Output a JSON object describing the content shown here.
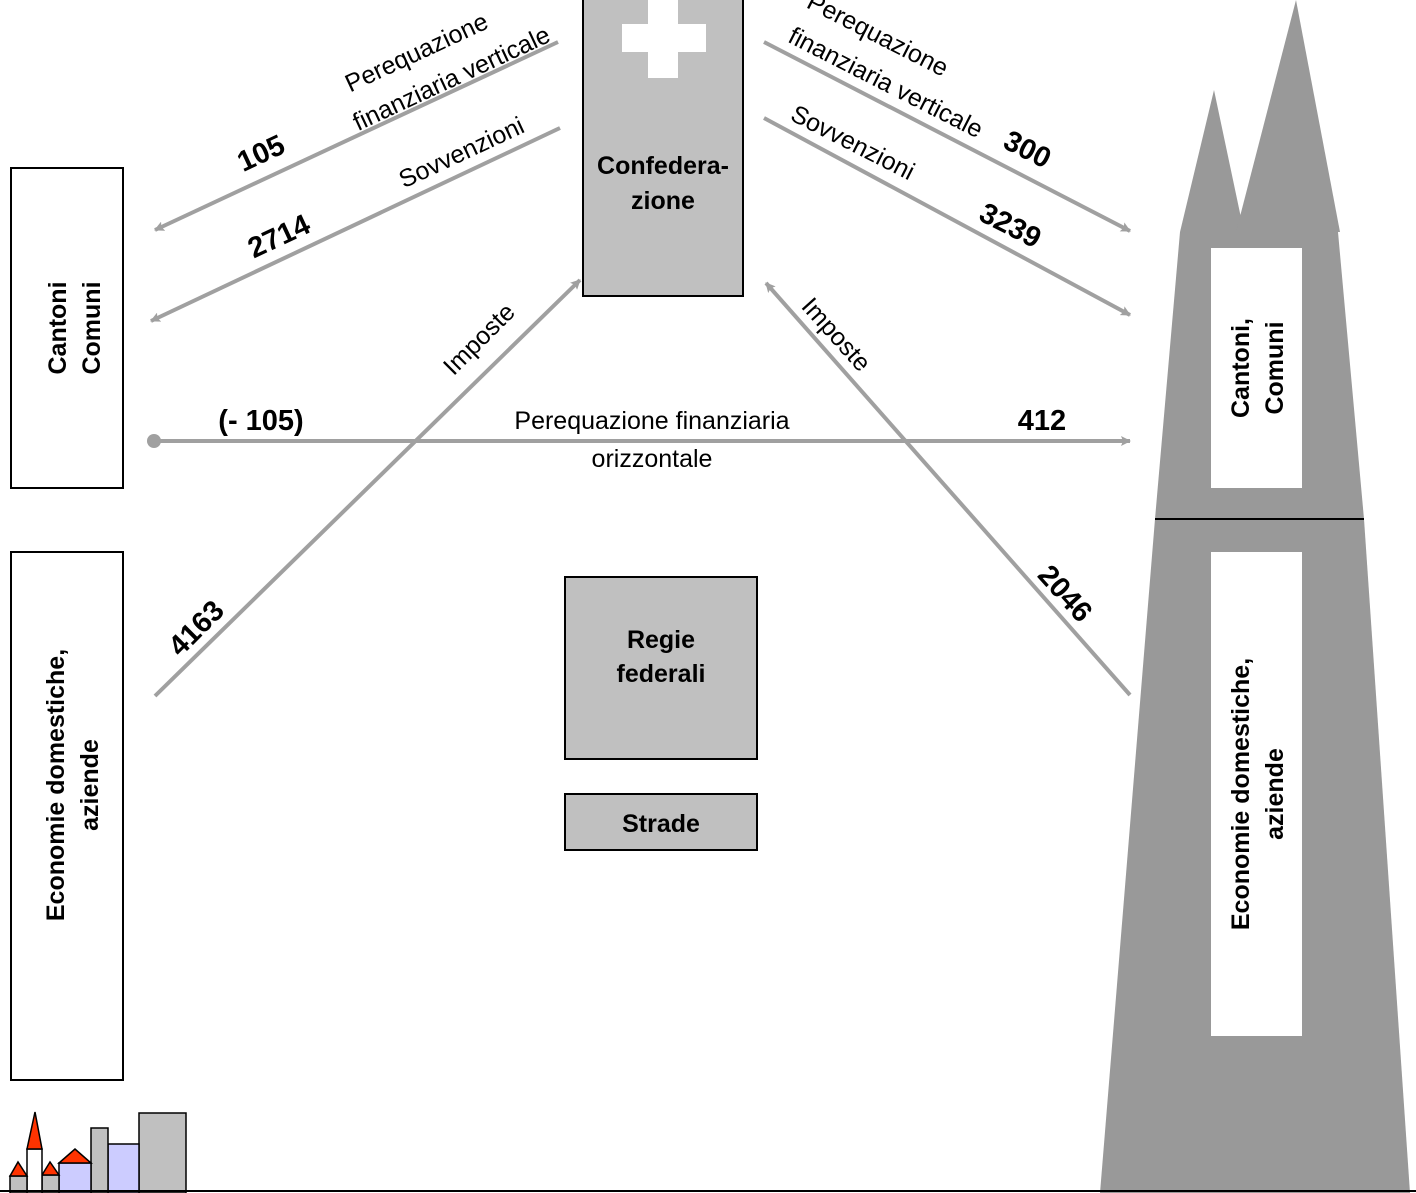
{
  "central": {
    "label_line1": "Confedera-",
    "label_line2": "zione"
  },
  "left_side": {
    "cantons_line1": "Cantoni",
    "cantons_line2": "Comuni",
    "economy_line1": "Economie domestiche,",
    "economy_line2": "aziende"
  },
  "right_side": {
    "cantons_line1": "Cantoni,",
    "cantons_line2": "Comuni",
    "economy_line1": "Economie domestiche,",
    "economy_line2": "aziende"
  },
  "regie": {
    "line1": "Regie",
    "line2": "federali"
  },
  "strade": {
    "label": "Strade"
  },
  "flows": {
    "left_vertical_eq": {
      "line1": "Perequazione",
      "line2": "finanziaria verticale",
      "value": "105"
    },
    "left_subsidies": {
      "label": "Sovvenzioni",
      "value": "2714"
    },
    "right_vertical_eq": {
      "line1": "Perequazione",
      "line2": "finanziaria verticale",
      "value": "300"
    },
    "right_subsidies": {
      "label": "Sovvenzioni",
      "value": "3239"
    },
    "horizontal_eq": {
      "line1": "Perequazione finanziaria",
      "line2": "orizzontale",
      "value_left": "(- 105)",
      "value_right": "412"
    },
    "left_taxes": {
      "label": "Imposte",
      "value": "4163"
    },
    "right_taxes": {
      "label": "Imposte",
      "value": "2046"
    }
  },
  "colors": {
    "arrow": "#a0a0a0",
    "box_fill": "#c0c0c0",
    "tower_fill": "#999999",
    "house_roof": "#ff3300",
    "house_wall": "#ccccff"
  }
}
